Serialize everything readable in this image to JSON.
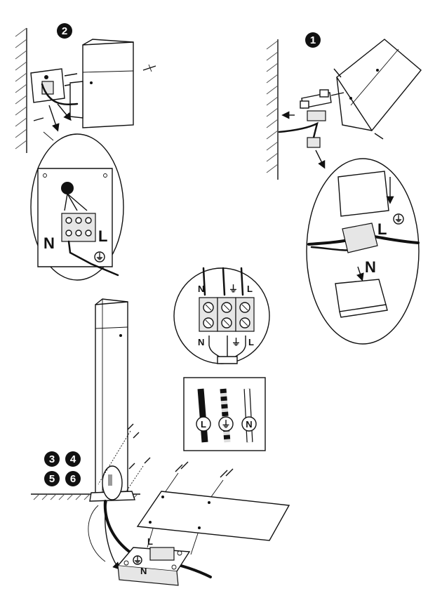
{
  "steps": {
    "s1": "1",
    "s2": "2",
    "s3": "3",
    "s4": "4",
    "s5": "5",
    "s6": "6"
  },
  "labels": {
    "neutral": "N",
    "live": "L"
  },
  "legend": {
    "live": "L",
    "earth": "⏚",
    "neutral": "N"
  },
  "colors": {
    "ink": "#111111",
    "step_badge": "#111111",
    "surface": "#e6e6e6"
  },
  "icons": {
    "earth": "earth-ground-icon",
    "arrow": "arrow-icon",
    "screw": "screw-icon"
  }
}
